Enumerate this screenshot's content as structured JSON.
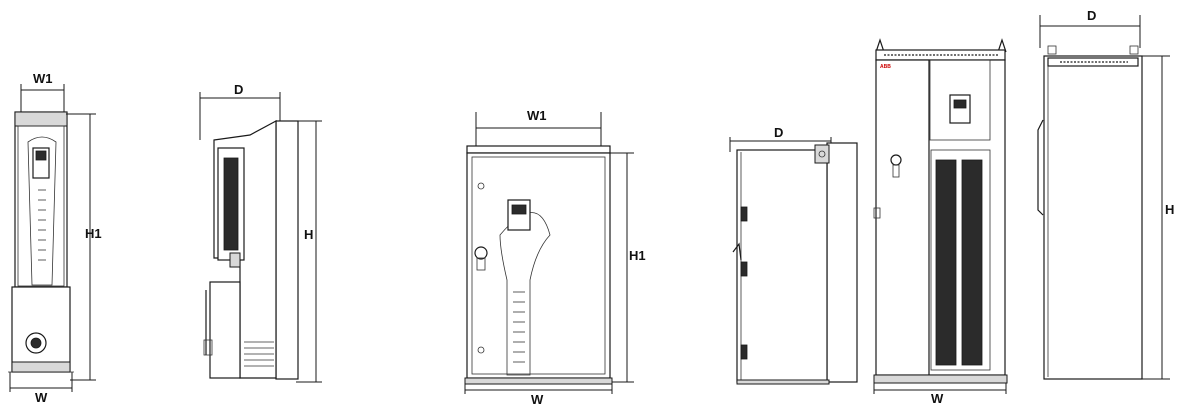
{
  "drawings": [
    {
      "id": "fig1",
      "labels": {
        "w1": "W1",
        "h1": "H1",
        "w": "W"
      }
    },
    {
      "id": "fig2",
      "labels": {
        "d": "D",
        "h": "H"
      }
    },
    {
      "id": "fig3",
      "labels": {
        "w1": "W1",
        "h1": "H1",
        "w": "W"
      }
    },
    {
      "id": "fig4",
      "labels": {
        "d": "D"
      }
    },
    {
      "id": "fig5",
      "labels": {
        "w": "W"
      },
      "logo": "ABB"
    },
    {
      "id": "fig6",
      "labels": {
        "d": "D",
        "h": "H"
      }
    }
  ]
}
